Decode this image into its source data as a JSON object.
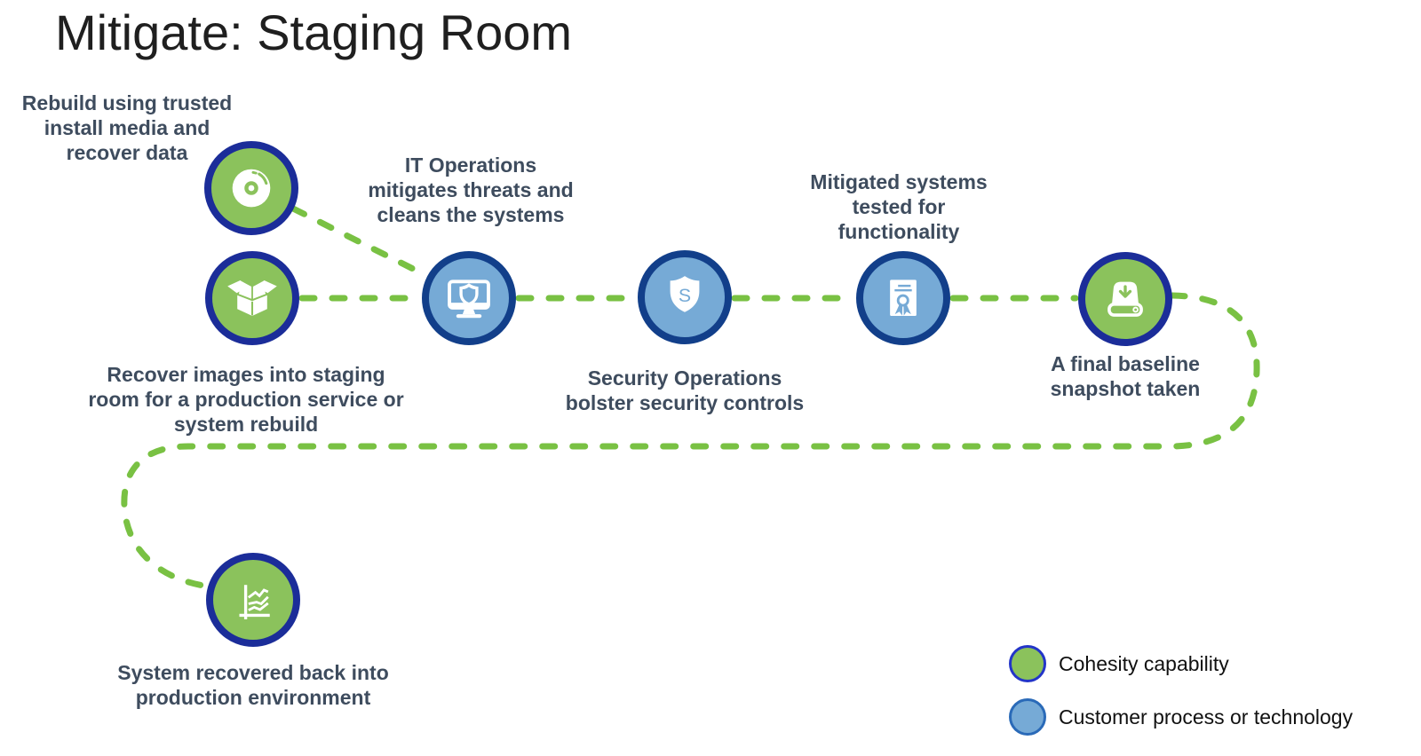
{
  "title": "Mitigate: Staging Room",
  "colors": {
    "cohesity-green": "#8bc25c",
    "customer-blue": "#76aad6",
    "green-node-ring": "#1b2d99",
    "blue-node-ring": "#123f8a",
    "dash-green": "#79c143",
    "label-text": "#3e4c5e",
    "title-text": "#1f1f1f",
    "legend-green-ring": "#2335c8",
    "legend-blue-ring": "#2a6ab8",
    "legend-text": "#111111"
  },
  "nodes": [
    {
      "label": "Rebuild using trusted\ninstall media and\nrecover data",
      "type": "cohesity",
      "icon": "disc-icon"
    },
    {
      "label": "Recover images into staging\nroom for a production service or\nsystem rebuild",
      "type": "cohesity",
      "icon": "open-box-icon"
    },
    {
      "label": "IT Operations\nmitigates threats and\ncleans the systems",
      "type": "customer",
      "icon": "monitor-shield-icon"
    },
    {
      "label": "Security Operations\nbolster security controls",
      "type": "customer",
      "icon": "shield-s-icon"
    },
    {
      "label": "Mitigated systems\ntested for\nfunctionality",
      "type": "customer",
      "icon": "certificate-icon"
    },
    {
      "label": "A final baseline\nsnapshot taken",
      "type": "cohesity",
      "icon": "snapshot-drive-icon"
    },
    {
      "label": "System recovered back into\nproduction environment",
      "type": "cohesity",
      "icon": "line-chart-icon"
    }
  ],
  "legend": {
    "items": [
      {
        "label": "Cohesity capability",
        "type": "cohesity"
      },
      {
        "label": "Customer process or technology",
        "type": "customer"
      }
    ]
  }
}
